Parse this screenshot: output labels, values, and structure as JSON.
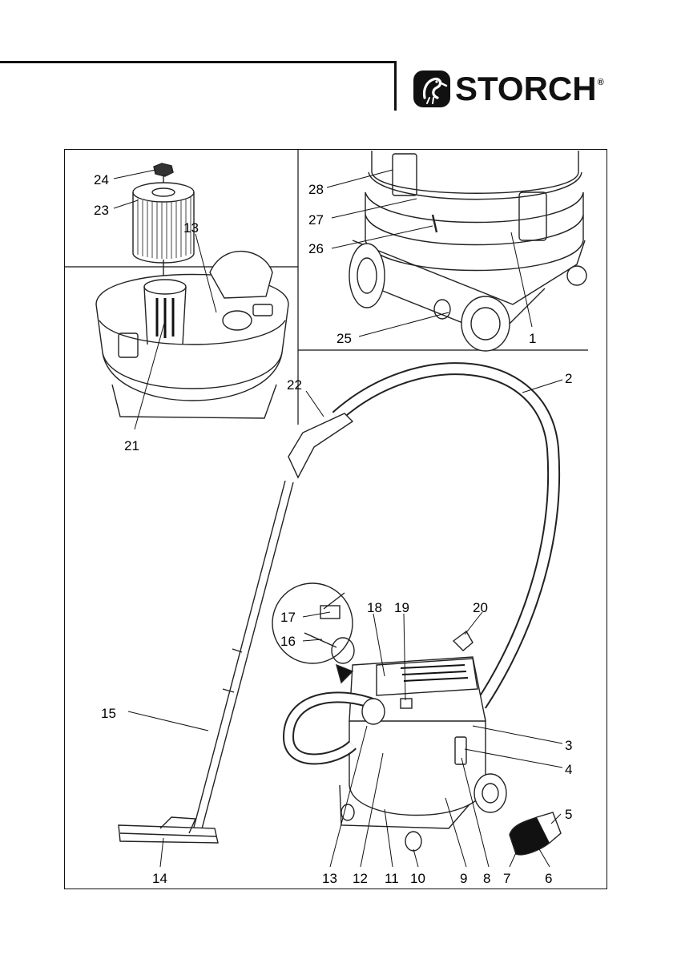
{
  "brand": {
    "name": "STORCH",
    "registered": "®",
    "logo_icon": "stork-logo-icon"
  },
  "diagram": {
    "parts": [
      {
        "n": "1"
      },
      {
        "n": "2"
      },
      {
        "n": "3"
      },
      {
        "n": "4"
      },
      {
        "n": "5"
      },
      {
        "n": "6"
      },
      {
        "n": "7"
      },
      {
        "n": "8"
      },
      {
        "n": "9"
      },
      {
        "n": "10"
      },
      {
        "n": "11"
      },
      {
        "n": "12"
      },
      {
        "n": "13"
      },
      {
        "n": "14"
      },
      {
        "n": "15"
      },
      {
        "n": "16"
      },
      {
        "n": "17"
      },
      {
        "n": "18"
      },
      {
        "n": "19"
      },
      {
        "n": "20"
      },
      {
        "n": "21"
      },
      {
        "n": "22"
      },
      {
        "n": "23"
      },
      {
        "n": "24"
      },
      {
        "n": "25"
      },
      {
        "n": "26"
      },
      {
        "n": "27"
      },
      {
        "n": "28"
      }
    ],
    "inset_label_13": "13"
  }
}
